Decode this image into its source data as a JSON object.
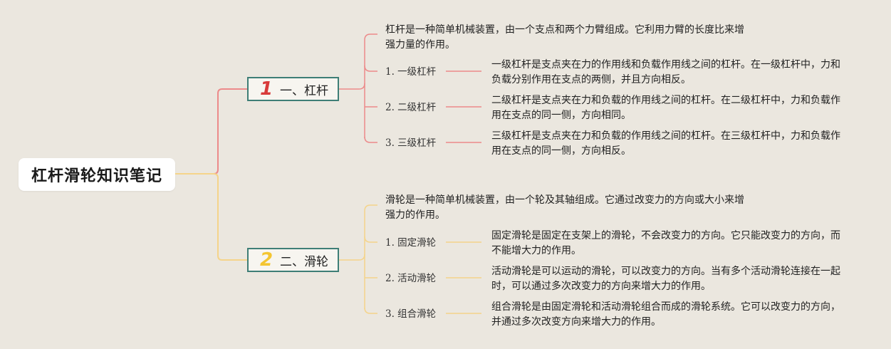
{
  "root": {
    "title": "杠杆滑轮知识笔记"
  },
  "colors": {
    "background": "#ebe7df",
    "branch_border": "#3e7e76",
    "lever_line": "#ec8a8a",
    "pulley_line": "#f5d48a",
    "lever_number": "#d83a3a",
    "pulley_number": "#f4c531"
  },
  "branches": [
    {
      "number": "1",
      "label": "一、杠杆",
      "description": "杠杆是一种简单机械装置，由一个支点和两个力臂组成。它利用力臂的长度比来增强力量的作用。",
      "children": [
        {
          "label": "1. 一级杠杆",
          "text": "一级杠杆是支点夹在力的作用线和负载作用线之间的杠杆。在一级杠杆中，力和负载分别作用在支点的两侧，并且方向相反。"
        },
        {
          "label": "2. 二级杠杆",
          "text": "二级杠杆是支点夹在力和负载的作用线之间的杠杆。在二级杠杆中，力和负载作用在支点的同一侧，方向相同。"
        },
        {
          "label": "3. 三级杠杆",
          "text": "三级杠杆是支点夹在力和负载的作用线之间的杠杆。在三级杠杆中，力和负载作用在支点的同一侧，方向相反。"
        }
      ]
    },
    {
      "number": "2",
      "label": "二、滑轮",
      "description": "滑轮是一种简单机械装置，由一个轮及其轴组成。它通过改变力的方向或大小来增强力的作用。",
      "children": [
        {
          "label": "1. 固定滑轮",
          "text": "固定滑轮是固定在支架上的滑轮，不会改变力的方向。它只能改变力的方向，而不能增大力的作用。"
        },
        {
          "label": "2. 活动滑轮",
          "text": "活动滑轮是可以运动的滑轮，可以改变力的方向。当有多个活动滑轮连接在一起时，可以通过多次改变力的方向来增大力的作用。"
        },
        {
          "label": "3. 组合滑轮",
          "text": "组合滑轮是由固定滑轮和活动滑轮组合而成的滑轮系统。它可以改变力的方向，并通过多次改变方向来增大力的作用。"
        }
      ]
    }
  ]
}
